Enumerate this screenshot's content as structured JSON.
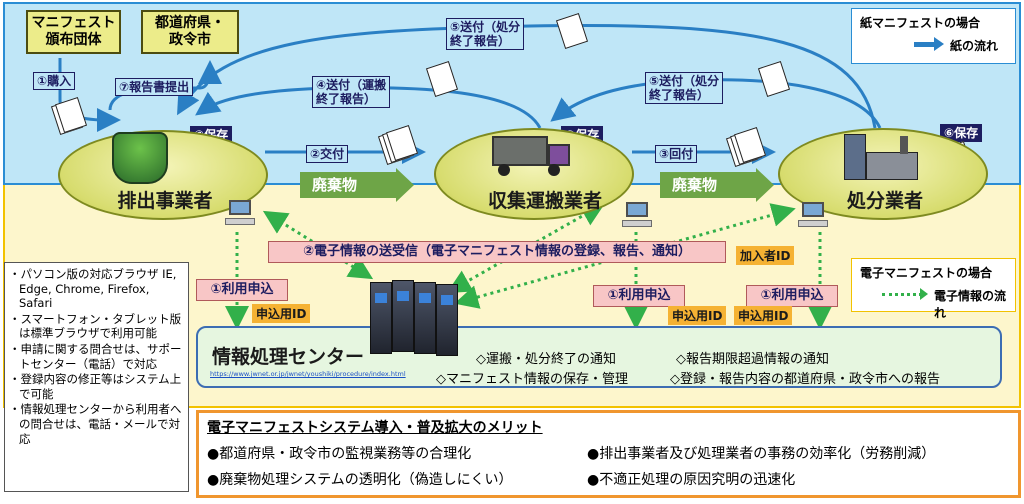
{
  "top_legend": {
    "title": "紙マニフェストの場合",
    "flow": "紙の流れ"
  },
  "bottom_legend": {
    "title": "電子マニフェストの場合",
    "flow": "電子情報の流れ"
  },
  "org_boxes": {
    "manifest_org": "マニフェスト\n頒布団体",
    "prefecture": "都道府県・\n政令市"
  },
  "actors": {
    "emitter": "排出事業者",
    "transporter": "収集運搬業者",
    "disposer": "処分業者"
  },
  "paper_steps": {
    "purchase": "①購入",
    "report_submit": "⑦報告書提出",
    "deliver": "②交付",
    "return": "③回付",
    "send_transport": "④送付（運搬\n終了報告）",
    "send_disposal_top": "⑤送付（処分\n終了報告）",
    "send_disposal_right": "⑤送付（処分\n終了報告）",
    "save_emitter": "⑥保存",
    "save_transporter": "⑥保存",
    "save_disposer": "⑥保存"
  },
  "waste_arrows": {
    "first": "廃棄物",
    "second": "廃棄物"
  },
  "electronic": {
    "exchange": "②電子情報の送受信（電子マニフェスト情報の登録、報告、通知）",
    "member_id": "加入者ID",
    "apply_left": "①利用申込",
    "apply_mid": "①利用申込",
    "apply_right": "①利用申込",
    "apply_id_left": "申込用ID",
    "apply_id_mid": "申込用ID",
    "apply_id_right": "申込用ID"
  },
  "center": {
    "title": "情報処理センター",
    "url": "https://www.jwnet.or.jp/jwnet/youshiki/procedure/index.html",
    "items": [
      "◇運搬・処分終了の通知",
      "◇報告期限超過情報の通知",
      "◇マニフェスト情報の保存・管理",
      "◇登録・報告内容の都道府県・政令市への報告"
    ]
  },
  "side_notes": [
    "・パソコン版の対応ブラウザ IE, Edge, Chrome, Firefox, Safari",
    "・スマートフォン・タブレット版は標準ブラウザで利用可能",
    "・申請に関する問合せは、サポートセンター（電話）で対応",
    "・登録内容の修正等はシステム上で可能",
    "・情報処理センターから利用者への問合せは、電話・メールで対応"
  ],
  "merits": {
    "title": "電子マニフェストシステム導入・普及拡大のメリット",
    "items": [
      "●都道府県・政令市の監視業務等の合理化",
      "●排出事業者及び処理業者の事務の効率化（労務削減）",
      "●廃棄物処理システムの透明化（偽造しにくい）",
      "●不適正処理の原因究明の迅速化"
    ]
  },
  "colors": {
    "paper_flow": "#2a7fc4",
    "electronic_flow": "#32b04a",
    "waste_arrow": "#6ea547",
    "top_bg": "#bfe6f7",
    "bottom_bg": "#fdf6cc"
  }
}
